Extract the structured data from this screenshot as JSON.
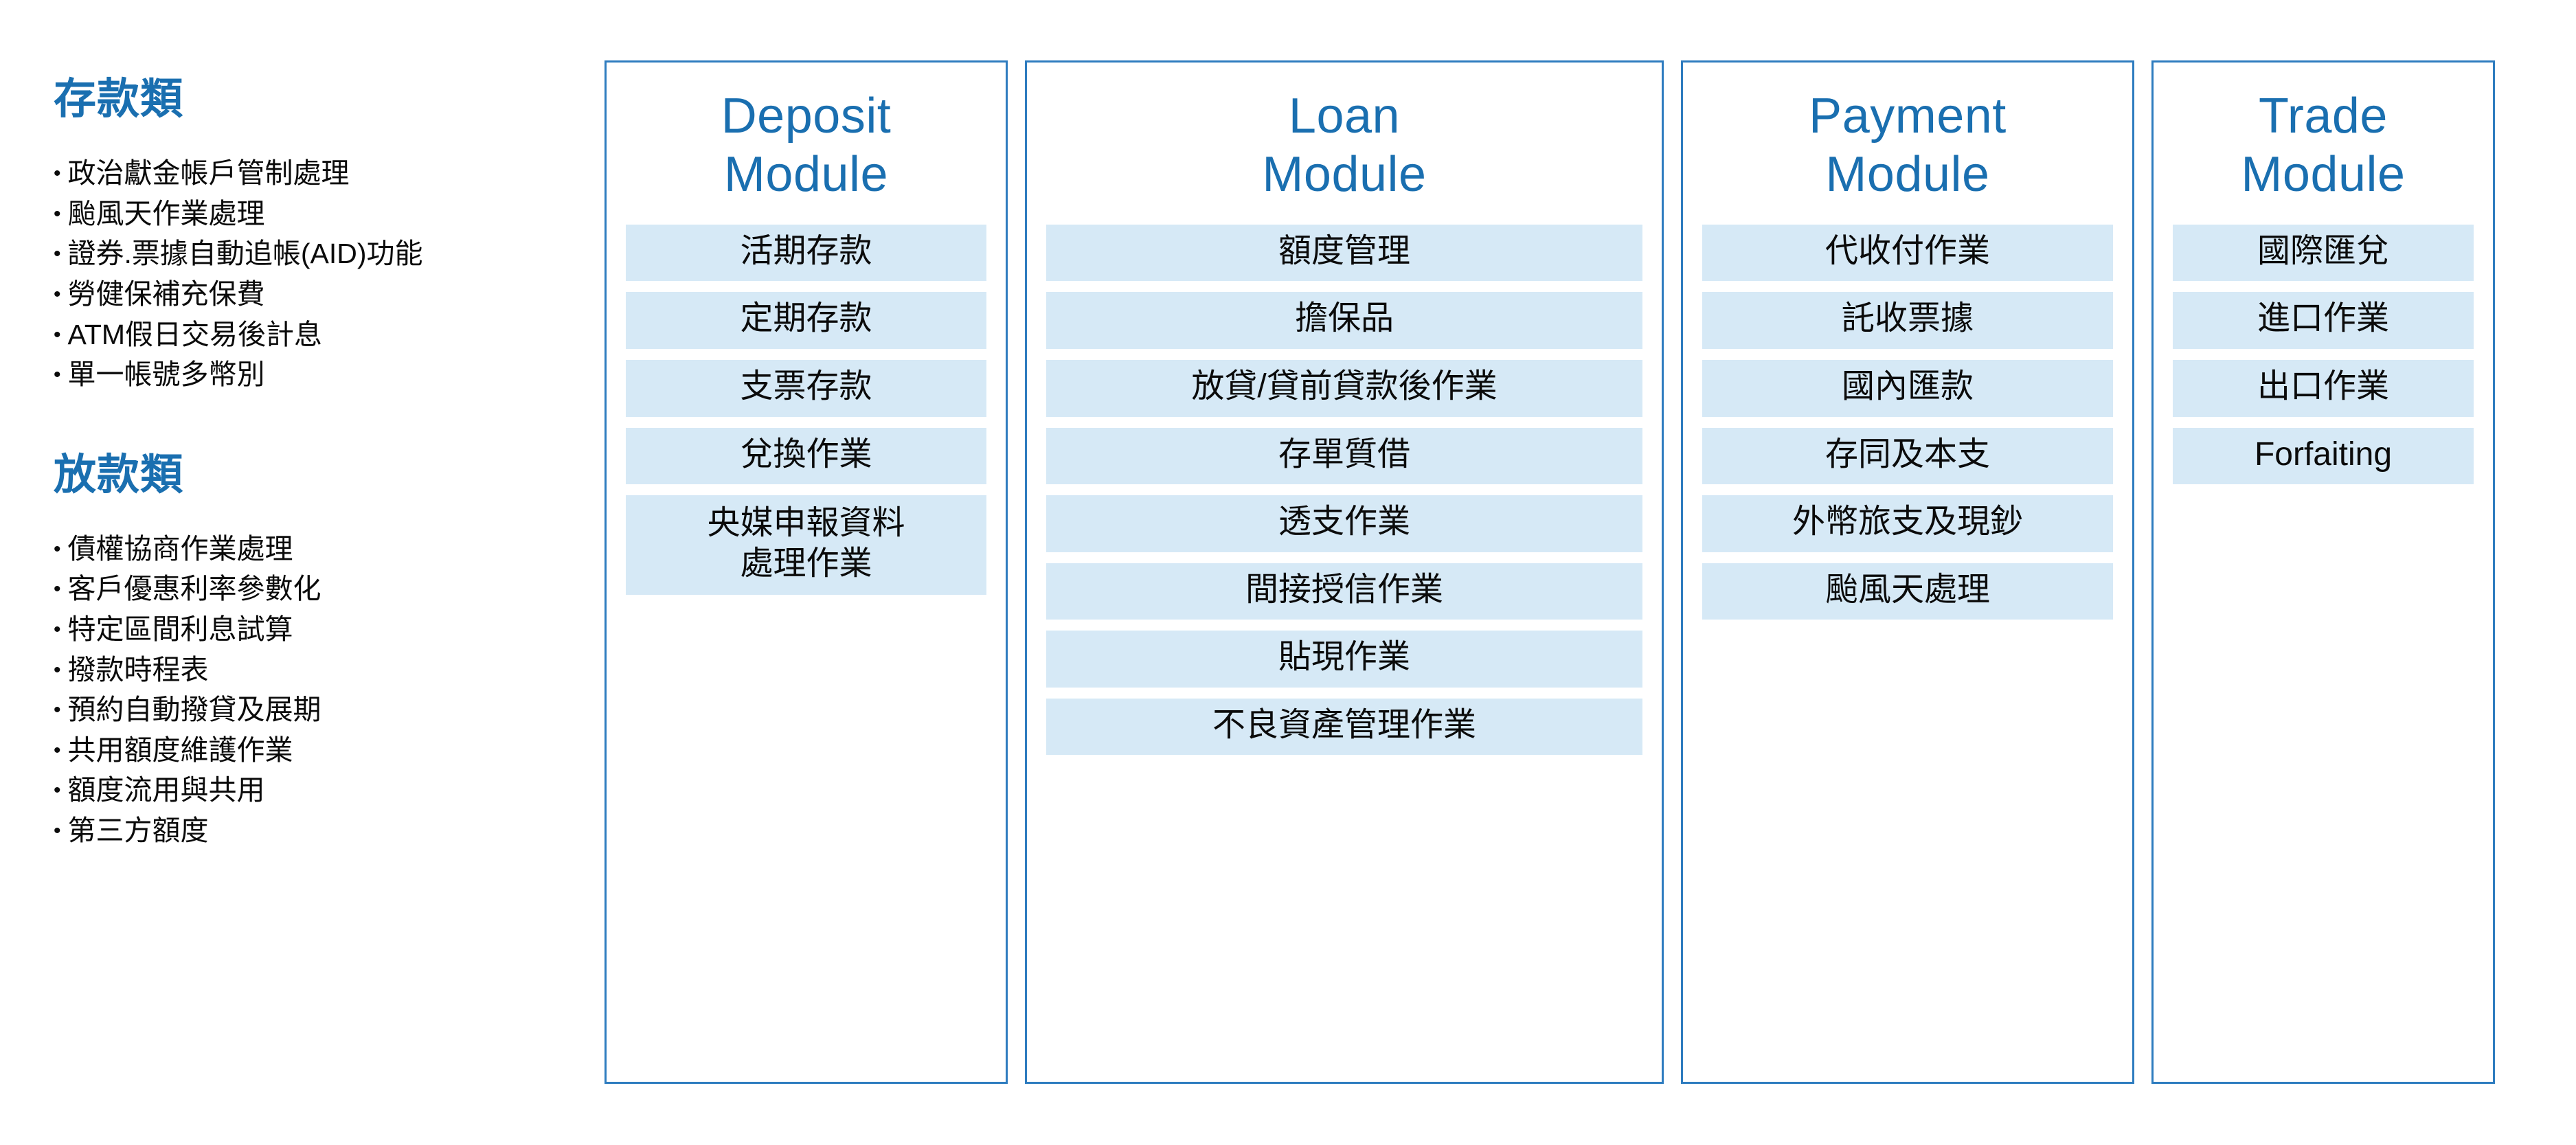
{
  "colors": {
    "accent_blue": "#1A6FB0",
    "border_blue": "#2E7CBF",
    "chip_bg": "#D6E9F6",
    "text_black": "#0B0B0B",
    "page_bg": "#FFFFFF"
  },
  "left_panel": {
    "groups": [
      {
        "title": "存款類",
        "bullets": [
          "政治獻金帳戶管制處理",
          "颱風天作業處理",
          "證券.票據自動追帳(AID)功能",
          "勞健保補充保費",
          "ATM假日交易後計息",
          "單一帳號多幣別"
        ]
      },
      {
        "title": "放款類",
        "bullets": [
          "債權協商作業處理",
          "客戶優惠利率參數化",
          "特定區間利息試算",
          "撥款時程表",
          "預約自動撥貸及展期",
          "共用額度維護作業",
          "額度流用與共用",
          "第三方額度"
        ]
      }
    ]
  },
  "modules": [
    {
      "id": "deposit",
      "title": "Deposit\nModule",
      "items": [
        "活期存款",
        "定期存款",
        "支票存款",
        "兌換作業",
        "央媒申報資料\n處理作業"
      ]
    },
    {
      "id": "loan",
      "title": "Loan\nModule",
      "items": [
        "額度管理",
        "擔保品",
        "放貸/貸前貸款後作業",
        "存單質借",
        "透支作業",
        "間接授信作業",
        "貼現作業",
        "不良資產管理作業"
      ]
    },
    {
      "id": "payment",
      "title": "Payment\nModule",
      "items": [
        "代收付作業",
        "託收票據",
        "國內匯款",
        "存同及本支",
        "外幣旅支及現鈔",
        "颱風天處理"
      ]
    },
    {
      "id": "trade",
      "title": "Trade\nModule",
      "items": [
        "國際匯兌",
        "進口作業",
        "出口作業",
        "Forfaiting"
      ]
    }
  ]
}
